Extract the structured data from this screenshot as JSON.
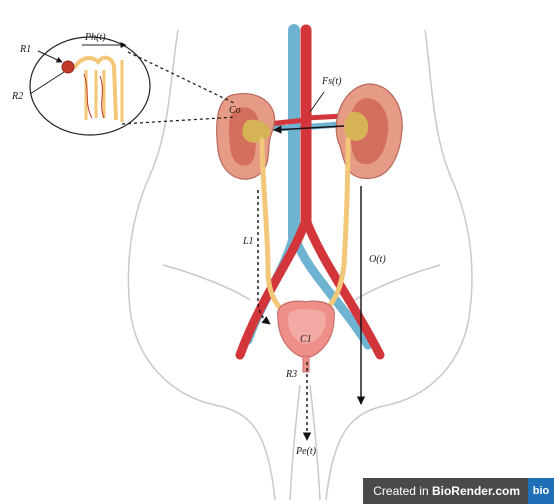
{
  "labels": {
    "r1": "R1",
    "r2": "R2",
    "ph": "Ph(t)",
    "fs": "Fs(t)",
    "co": "Co",
    "l1": "L1",
    "o": "O(t)",
    "c1": "C1",
    "r3": "R3",
    "pe": "Pe(t)"
  },
  "watermark": {
    "prefix": "Created in ",
    "brand": "BioRender.com",
    "badge": "bio"
  },
  "colors": {
    "background": "#ffffff",
    "body_outline": "#c9c9c9",
    "artery": "#d2353a",
    "vein": "#6fb3d3",
    "kidney_cortex": "#e59b86",
    "kidney_medulla": "#d46f5e",
    "pelvis": "#d6b456",
    "ureter": "#f2c777",
    "bladder": "#ee8f8a",
    "watermark_bg": "#4a4a4a",
    "badge_bg": "#1f6fb8"
  }
}
